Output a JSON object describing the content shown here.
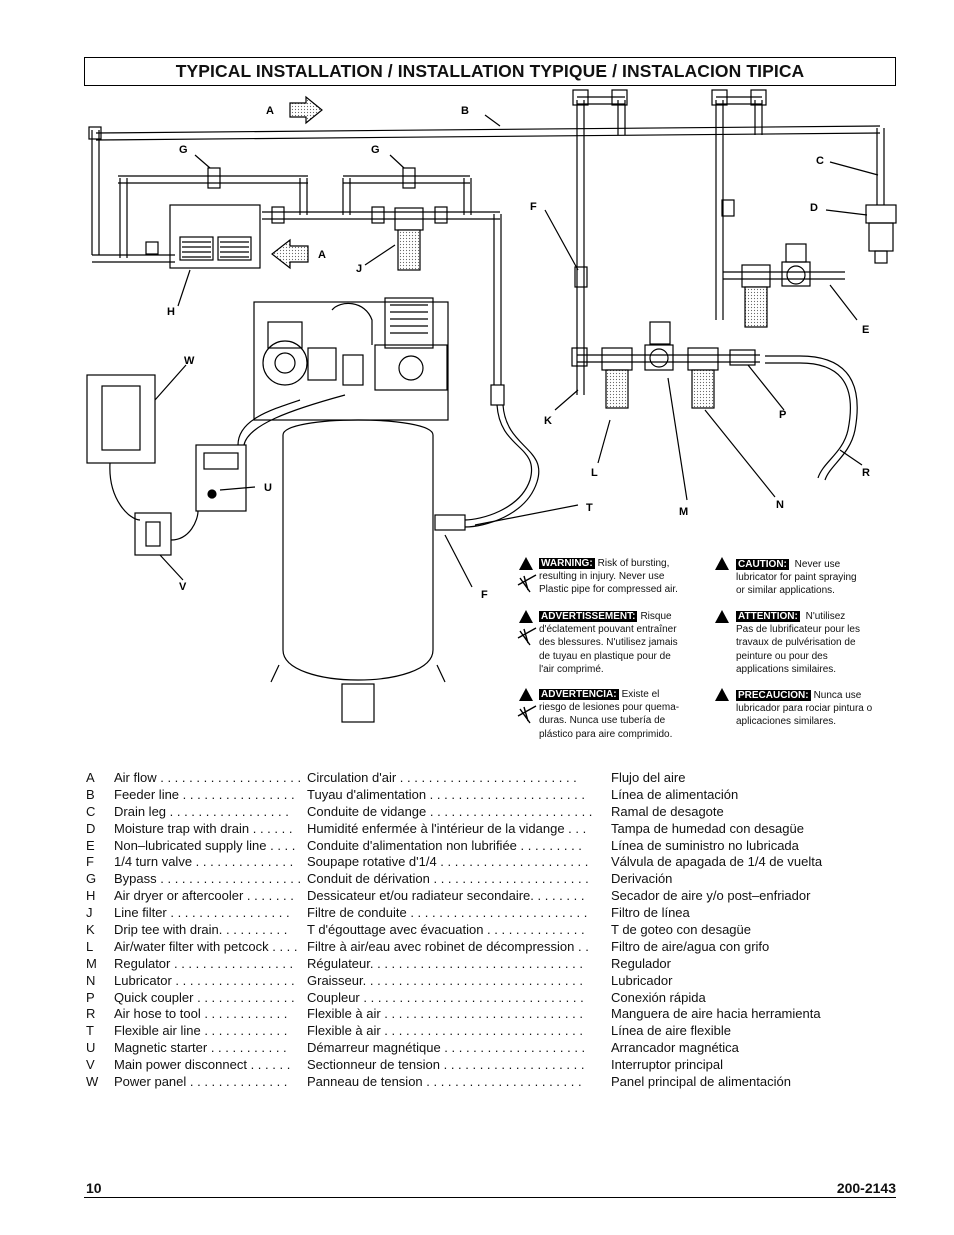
{
  "title": "TYPICAL INSTALLATION / INSTALLATION TYPIQUE / INSTALACION TIPICA",
  "diagram_labels": {
    "A": "A",
    "B": "B",
    "C": "C",
    "D": "D",
    "E": "E",
    "F": "F",
    "G": "G",
    "H": "H",
    "J": "J",
    "K": "K",
    "L": "L",
    "M": "M",
    "N": "N",
    "P": "P",
    "R": "R",
    "T": "T",
    "U": "U",
    "V": "V",
    "W": "W"
  },
  "warnings": [
    {
      "tag": "WARNING:",
      "lines": [
        "Risk of bursting,",
        "resulting in injury. Never use",
        "Plastic pipe for compressed air."
      ]
    },
    {
      "tag": "ADVERTISSEMENT:",
      "lines": [
        "Risque",
        "d'éclatement pouvant entraîner",
        "des blessures. N'utilisez jamais",
        "de tuyau en plastique pour de",
        "l'air comprimé."
      ]
    },
    {
      "tag": "ADVERTENCIA:",
      "lines": [
        "Existe el",
        "riesgo de lesiones pour quema-",
        "duras. Nunca use tubería de",
        "plástico para aire comprimido."
      ]
    }
  ],
  "cautions": [
    {
      "tag": "CAUTION:",
      "lines": [
        "Never use",
        "lubricator for paint spraying",
        "or similar applications."
      ]
    },
    {
      "tag": "ATTENTION:",
      "lines": [
        "N'utilisez",
        "Pas de lubrificateur pour les",
        "travaux de pulvérisation de",
        "peinture ou pour des",
        "applications similaires."
      ]
    },
    {
      "tag": "PRECAUCION:",
      "lines": [
        "Nunca use",
        "lubricador para rociar pintura o",
        "aplicaciones similares."
      ]
    }
  ],
  "legend": [
    {
      "key": "A",
      "en": "Air flow . . . . . . . . . . . . . . . . . . . .",
      "fr": "Circulation d'air . . . . . . . . . . . . . . . . . . . . . . . . .",
      "es": "Flujo del aire"
    },
    {
      "key": "B",
      "en": "Feeder line . . . . . . . . . . . . . . . .",
      "fr": "Tuyau d'alimentation . . . . . . . . . . . . . . . . . . . . . .",
      "es": "Línea de alimentación"
    },
    {
      "key": "C",
      "en": "Drain leg . . . . . . . . . . . . . . . . .",
      "fr": "Conduite de vidange . . . . . . . . . . . . . . . . . . . . . . .",
      "es": "Ramal de desagote"
    },
    {
      "key": "D",
      "en": "Moisture trap with drain . . . . . .",
      "fr": "Humidité enfermée à l'intérieur de la vidange . . .",
      "es": "Tampa de humedad con desagüe"
    },
    {
      "key": "E",
      "en": "Non–lubricated supply line . . . .",
      "fr": "Conduite d'alimentation non lubrifiée . . . . . . . . .",
      "es": "Línea de suministro no lubricada"
    },
    {
      "key": "F",
      "en": "1/4 turn valve . . . . . . . . . . . . . .",
      "fr": "Soupape rotative d'1/4 . . . . . . . . . . . . . . . . . . . . .",
      "es": "Válvula de apagada de 1/4 de vuelta"
    },
    {
      "key": "G",
      "en": "Bypass . . . . . . . . . . . . . . . . . . . .",
      "fr": "Conduit de dérivation . . . . . . . . . . . . . . . . . . . . . .",
      "es": "Derivación"
    },
    {
      "key": "H",
      "en": "Air dryer or aftercooler . . . . . . .",
      "fr": "Dessicateur et/ou radiateur secondaire. . . . . . . .",
      "es": "Secador de aire y/o post–enfriador"
    },
    {
      "key": "J",
      "en": "Line filter . . . . . . . . . . . . . . . . .",
      "fr": "Filtre de conduite . . . . . . . . . . . . . . . . . . . . . . . . .",
      "es": "Filtro de línea"
    },
    {
      "key": "K",
      "en": "Drip tee with drain. . . . . . . . . .",
      "fr": "T d'égouttage avec évacuation . . . . . . . . . . . . . .",
      "es": "T de goteo con desagüe"
    },
    {
      "key": "L",
      "en": "Air/water filter with petcock . . . .",
      "fr": "Filtre à air/eau avec robinet de décompression . .",
      "es": "Filtro de aire/agua con grifo"
    },
    {
      "key": "M",
      "en": "Regulator . . . . . . . . . . . . . . . . .",
      "fr": "Régulateur. . . . . . . . . . . . . . . . . . . . . . . . . . . . . .",
      "es": "Regulador"
    },
    {
      "key": "N",
      "en": "Lubricator . . . . . . . . . . . . . . . . .",
      "fr": "Graisseur. . . . . . . . . . . . . . . . . . . . . . . . . . . . . . .",
      "es": "Lubricador"
    },
    {
      "key": "P",
      "en": "Quick coupler . . . . . . . . . . . . . .",
      "fr": "Coupleur . . . . . . . . . . . . . . . . . . . . . . . . . . . . . . .",
      "es": "Conexión rápida"
    },
    {
      "key": "R",
      "en": "Air hose to tool . . . . . . . . . . . .",
      "fr": "Flexible à air . . . . . . . . . . . . . . . . . . . . . . . . . . . .",
      "es": "Manguera de aire hacia herramienta"
    },
    {
      "key": "T",
      "en": "Flexible air line . . . . . . . . . . . .",
      "fr": "Flexible à air . . . . . . . . . . . . . . . . . . . . . . . . . . . .",
      "es": "Línea de aire flexible"
    },
    {
      "key": "U",
      "en": "Magnetic starter . . . . . . . . . . .",
      "fr": "Démarreur magnétique . . . . . . . . . . . . . . . . . . . .",
      "es": "Arrancador magnética"
    },
    {
      "key": "V",
      "en": "Main power disconnect . . . . . .",
      "fr": "Sectionneur de tension . . . . . . . . . . . . . . . . . . . .",
      "es": "Interruptor principal"
    },
    {
      "key": "W",
      "en": "Power panel . . . . . . . . . . . . . .",
      "fr": "Panneau de tension . . . . . . . . . . . . . . . . . . . . . .",
      "es": "Panel principal de alimentación"
    }
  ],
  "footer": {
    "page": "10",
    "doc": "200-2143"
  }
}
